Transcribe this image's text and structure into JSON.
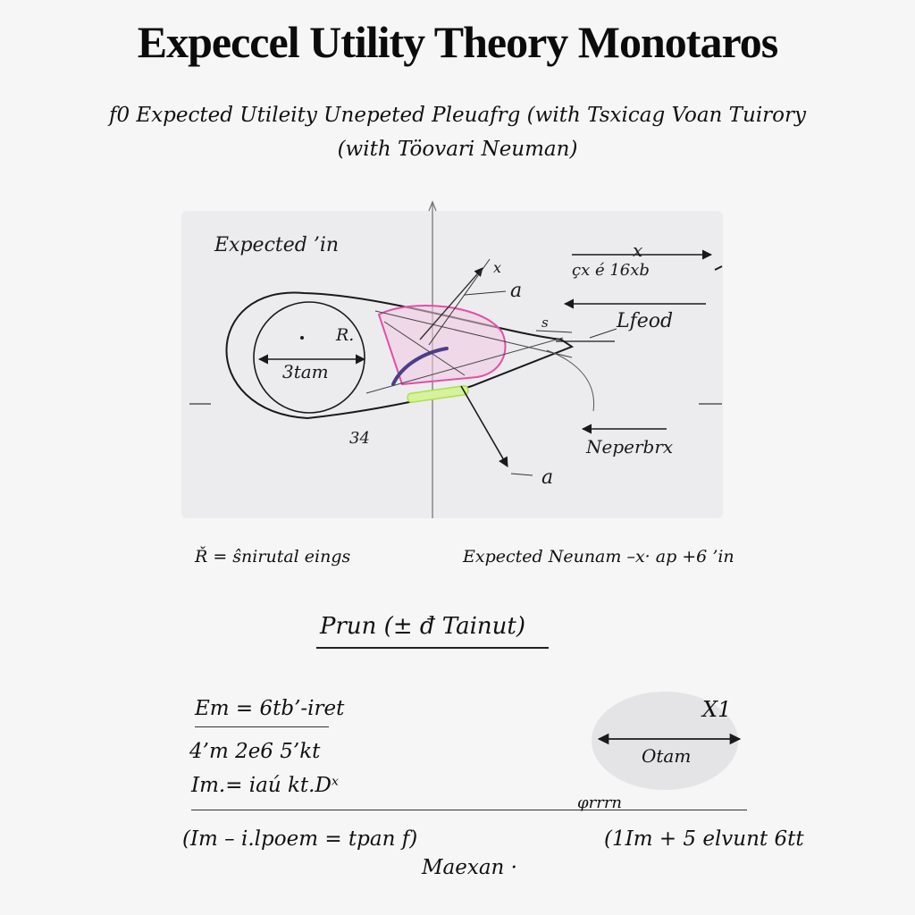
{
  "title": "Expeccel Utility Theory Monotaros",
  "subtitle": {
    "line1": "f0 Expected Utileity  Unepeted Pleuafrg (with Tsxicag Voan Tuirory",
    "line2": "(with Töovari Neuman)"
  },
  "figure": {
    "labels": {
      "expected": "Expected ’in",
      "x_top": "x",
      "x_small": "x",
      "x_ab": "çx é 16xb",
      "a_top": "a",
      "s": "s",
      "lfeod": "Lfeod",
      "rs": "R.",
      "three_tam": "3tam",
      "thirty_four": "34",
      "neperbrx": "Neperbrx",
      "a_bottom": "a"
    },
    "colors": {
      "ink": "#1a1a1a",
      "magenta": "#e24fa8",
      "green": "#a9e24a",
      "purple": "#4b3f8a"
    }
  },
  "captions": {
    "left": "Ř = ŝnirutal eings",
    "right": "Expected Neunam –x· ap +6 ’in"
  },
  "section": {
    "heading": "Prun (± đ  Tainut)"
  },
  "equations": {
    "eq1": "Em = 6tb’-iret",
    "eq2": "4’m  2e6 5’kt",
    "eq3": "Im.= iaú  kt.Dˣ",
    "eq4": "(Im  – i.lpoem = tpan      f)",
    "eq5": "(1Im + 5 elvunt  6tt",
    "max": "Maexan  ·"
  },
  "side_diagram": {
    "x1": "X1",
    "otam": "Otam",
    "squiggle": "φrrrn"
  }
}
